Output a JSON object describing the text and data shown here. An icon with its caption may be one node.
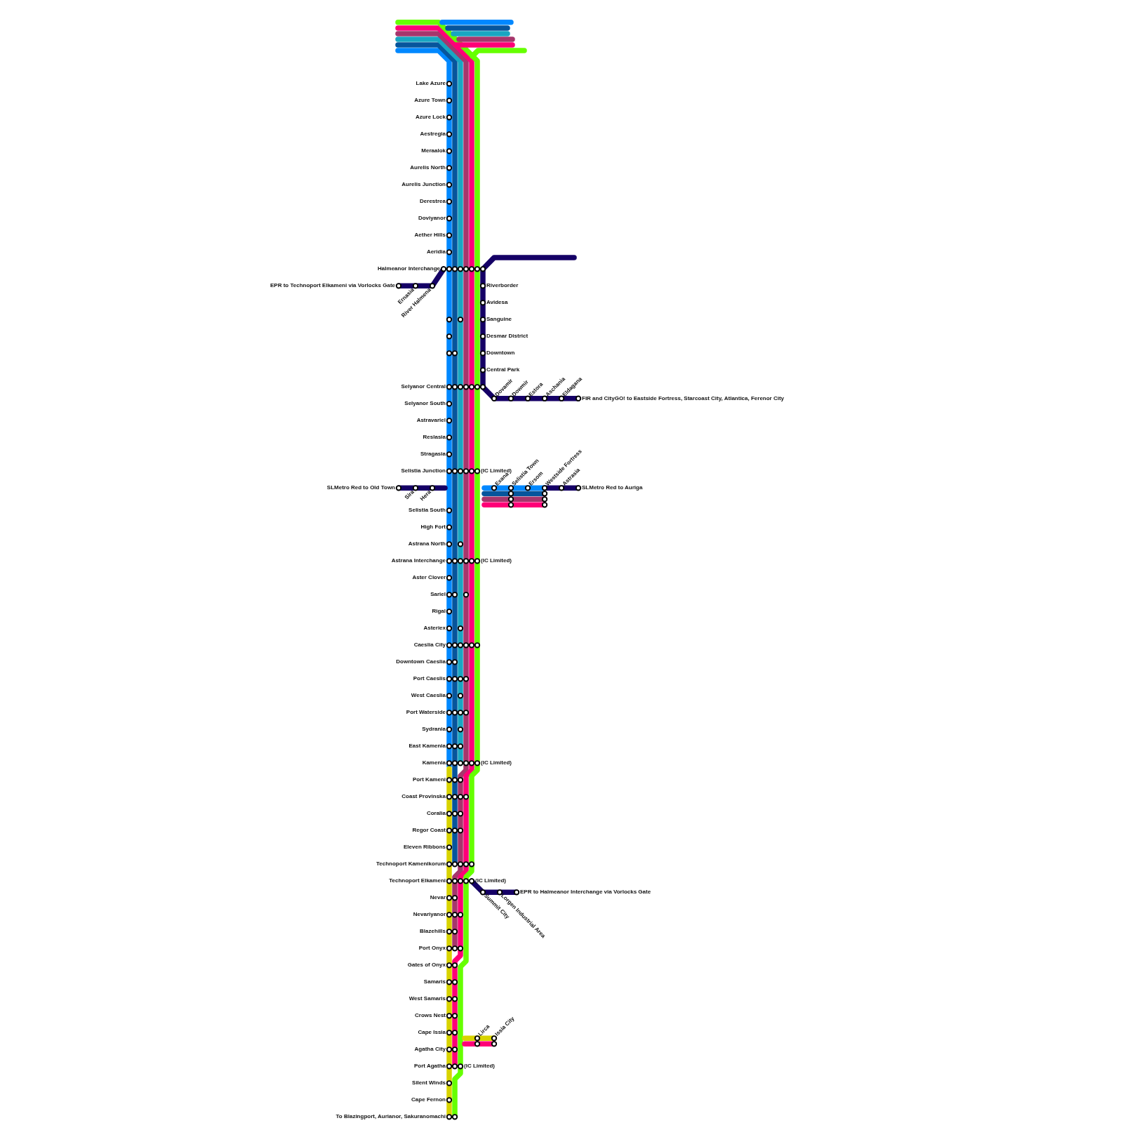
{
  "diagram": {
    "labels": [
      "Lake Azure",
      "Azure Town",
      "Azure Lock",
      "Aestregia",
      "Meraalok",
      "Aurelis North",
      "Aurelis Junction",
      "Derestrea",
      "Doviyanor",
      "Aether Hills",
      "Aeridia",
      "Halmeanor Interchange",
      "EPR to Technoport Elkameni via Vorlocks Gate",
      "Riverborder",
      "Ernasia",
      "River Halmena",
      "Avidesa",
      "Sanguine",
      "Desmar District",
      "Downtown",
      "Central Park",
      "Selyanor Central",
      "Dovamir",
      "Dowmir",
      "Estora",
      "Aschania",
      "Eldagana",
      "FIR and CityGO! to Eastside Fortress, Starcoast City, Atlantica, Ferenor City",
      "Selyanor South",
      "Astravariel",
      "Reslasia",
      "Stragasia",
      "Selistia Junction",
      "(IC Limited)",
      "Exana",
      "Selistia Town",
      "Ersom",
      "Westside Fortress",
      "Astrasia",
      "SLMetro Red to Old Town",
      "SLMetro Red to Auriga",
      "Sira",
      "Hera",
      "Selistia South",
      "High Fort",
      "Astrana North",
      "Astrana Interchange",
      "(IC Limited)",
      "Aster Clover",
      "Sariel",
      "Rigal",
      "Asteriex",
      "Caeslia City",
      "Downtown Caeslia",
      "Port Caeslis",
      "West Caeslia",
      "Port Waterside",
      "Sydrania",
      "East Kamenia",
      "Kamenia",
      "(IC Limited)",
      "Port Kameni",
      "Coast Provinska",
      "Coralia",
      "Regor Coast",
      "Eleven Ribbons",
      "Technoport Kamenikorum",
      "Technoport Elkameni",
      "(IC Limited)",
      "EPR to Halmeanor Interchange via Vorlocks Gate",
      "Nevar",
      "Summit City",
      "Lorgen Industrial Area",
      "Nevariyanor",
      "Blazehills",
      "Port Onyx",
      "Gates of Onyx",
      "Samaris",
      "West Samaris",
      "Crows Nest",
      "Lirca",
      "Issia City",
      "Cape Issia",
      "Agatha City",
      "Port Agatha",
      "(IC Limited)",
      "Silent Winds",
      "Cape Fernon",
      "To Blazingport, Aurianor, Sakuranomachi"
    ]
  }
}
